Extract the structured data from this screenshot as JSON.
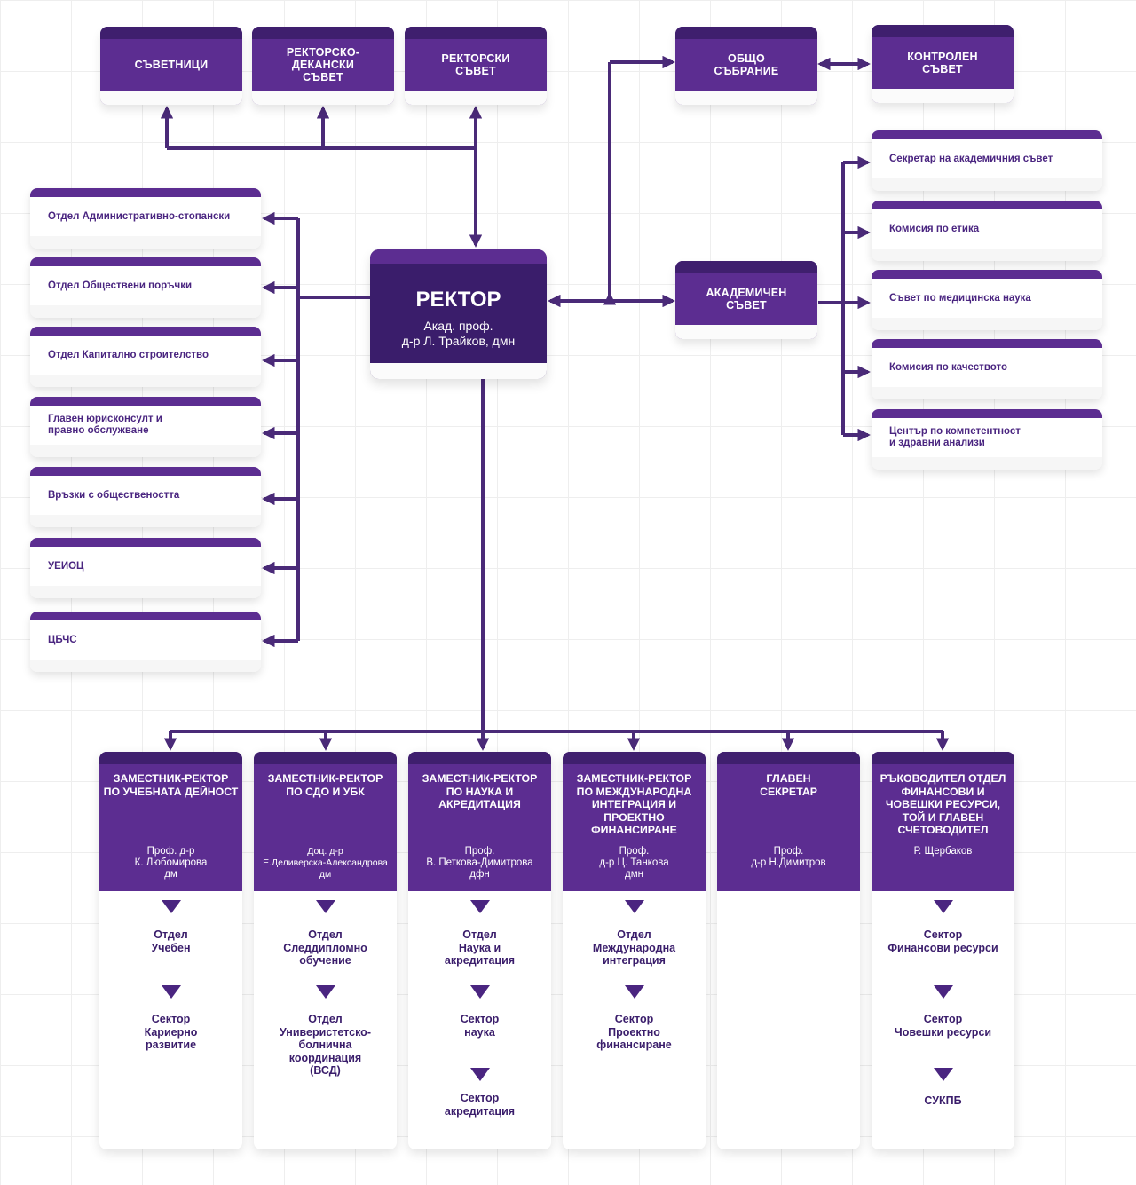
{
  "top": {
    "advisors": "СЪВЕТНИЦИ",
    "rector_dean_council": "РЕКТОРСКО-ДЕКАНСКИ\nСЪВЕТ",
    "rector_council": "РЕКТОРСКИ\nСЪВЕТ",
    "general_assembly": "ОБЩО\nСЪБРАНИЕ",
    "control_council": "КОНТРОЛЕН\nСЪВЕТ"
  },
  "rector": {
    "title": "РЕКТОР",
    "subtitle": "Акад. проф.\nд-р Л. Трайков, дмн"
  },
  "academic_council": "АКАДЕМИЧЕН\nСЪВЕТ",
  "right_items": [
    "Секретар на академичния съвет",
    "Комисия по етика",
    "Съвет по медицинска наука",
    "Комисия по качеството",
    "Център по компетентност\n    и здравни анализи"
  ],
  "left_items": [
    "Отдел Административно-стопански",
    "Отдел Обществени поръчки",
    "Отдел Капитално строителство",
    "Главен юрисконсулт и\nправно обслужване",
    "Връзки с обществеността",
    "УЕИОЦ",
    "ЦБЧС"
  ],
  "columns": [
    {
      "title": "ЗАМЕСТНИК-РЕКТОР\nПО УЧЕБНАТА ДЕЙНОСТ",
      "person": "Проф. д-р\nК. Любомирова\nдм",
      "units": [
        "Отдел\nУчебен",
        "Сектор\nКариерно\nразвитие"
      ]
    },
    {
      "title": "ЗАМЕСТНИК-РЕКТОР\nПО СДО И УБК",
      "person": "Доц. д-р\nЕ.Деливерска-Александрова\nдм",
      "units": [
        "Отдел\nСледдипломно\nобучение",
        "Отдел\nУниверистетско-\nболнична\nкоординация\n(ВСД)"
      ]
    },
    {
      "title": "ЗАМЕСТНИК-РЕКТОР\nПО НАУКА И\nАКРЕДИТАЦИЯ",
      "person": "Проф.\nВ. Петкова-Димитрова\nдфн",
      "units": [
        "Отдел\nНаука и\nакредитация",
        "Сектор\nнаука",
        "Сектор\nакредитация"
      ]
    },
    {
      "title": "ЗАМЕСТНИК-РЕКТОР\nПО МЕЖДУНАРОДНА\nИНТЕГРАЦИЯ И\nПРОЕКТНО\nФИНАНСИРАНЕ",
      "person": "Проф.\nд-р Ц. Танкова\nдмн",
      "units": [
        "Отдел\nМеждународна\nинтеграция",
        "Сектор\nПроектно\nфинансиране"
      ]
    },
    {
      "title": "ГЛАВЕН\nСЕКРЕТАР",
      "person": "Проф.\nд-р Н.Димитров",
      "units": []
    },
    {
      "title": "РЪКОВОДИТЕЛ ОТДЕЛ\nФИНАНСОВИ И\nЧОВЕШКИ РЕСУРСИ,\nТОЙ И ГЛАВЕН\nСЧЕТОВОДИТЕЛ",
      "person": "Р. Щербаков",
      "units": [
        "Сектор\nФинансови ресурси",
        "Сектор\nЧовешки ресурси",
        "СУКПБ"
      ]
    }
  ],
  "colors": {
    "purple": "#5c2d91",
    "dark_purple": "#3a1d6b",
    "connector": "#4a2a78"
  }
}
